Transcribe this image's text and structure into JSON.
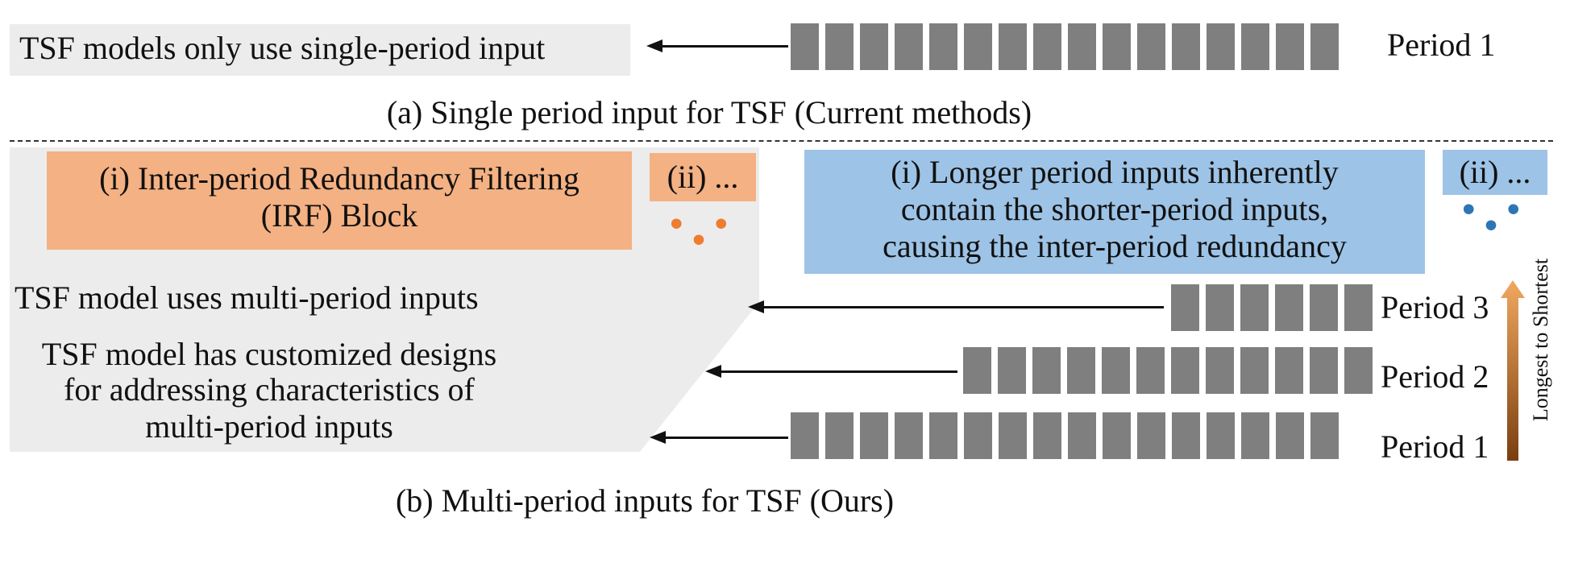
{
  "part_a": {
    "box_label": "TSF models only use single-period input",
    "series_label": "Period 1",
    "caption": "(a) Single period input for TSF (Current methods)",
    "period1_cells": 16
  },
  "part_b": {
    "irf_box": {
      "line1": "(i) Inter-period Redundancy Filtering",
      "line2": "(IRF) Block"
    },
    "left_more": "(ii) ...",
    "left_ellipsis": "• • •",
    "redundancy_box": {
      "line1": "(i) Longer period inputs inherently",
      "line2": "contain the shorter-period inputs,",
      "line3": "causing the inter-period redundancy"
    },
    "right_more": "(ii) ...",
    "right_ellipsis": "• • •",
    "uses_multi": "TSF model uses multi-period inputs",
    "custom": {
      "line1": "TSF model has customized designs",
      "line2": "for addressing characteristics of",
      "line3": "multi-period inputs"
    },
    "periods": [
      {
        "label": "Period 3",
        "cells": 6
      },
      {
        "label": "Period 2",
        "cells": 12
      },
      {
        "label": "Period 1",
        "cells": 16
      }
    ],
    "order_label": "Longest to Shortest",
    "caption": "(b) Multi-period inputs for TSF (Ours)"
  },
  "colors": {
    "gray_panel": "#ececec",
    "orange": "#f4b183",
    "blue": "#9dc3e6",
    "cell": "#7f7f7f",
    "orange_dots": "#ed7d31",
    "blue_dots": "#2e75b6"
  }
}
